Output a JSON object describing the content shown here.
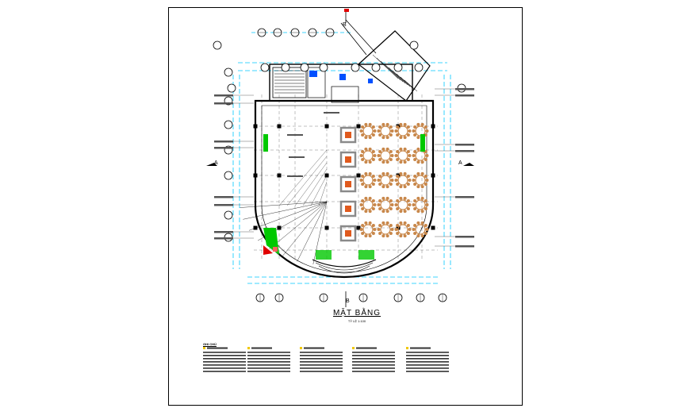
{
  "drawing": {
    "title": "MẶT BẰNG",
    "scale_label": "TỶ LỆ 1:100",
    "section_marker_a": "A",
    "section_marker_b": "B",
    "notes_title": "GHI CHÚ"
  },
  "colors": {
    "line": "#000000",
    "dimension": "#00c8ff",
    "wall": "#000000",
    "table": "#c8874a",
    "stage_frame": "#8a8a8a",
    "stage_core": "#e05a1e",
    "green": "#00c800",
    "red": "#e00000",
    "blue": "#0050ff",
    "legend_yellow": "#f0c800"
  },
  "tables": {
    "rows": 5,
    "cols": 4,
    "stage_count": 5
  }
}
